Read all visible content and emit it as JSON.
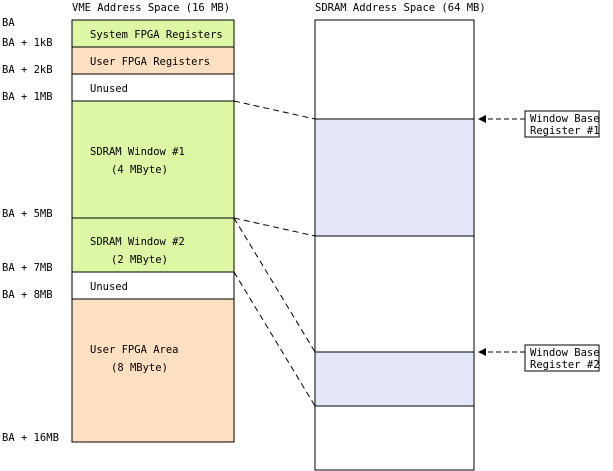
{
  "vme": {
    "title": "VME Address Space (16 MB)",
    "offsets": [
      "BA",
      "BA + 1kB",
      "BA + 2kB",
      "BA + 1MB",
      "BA + 5MB",
      "BA + 7MB",
      "BA + 8MB",
      "BA + 16MB"
    ],
    "regions": [
      {
        "label": "System FPGA Registers",
        "sub": "",
        "color": "#ddf7a4"
      },
      {
        "label": "User FPGA Registers",
        "sub": "",
        "color": "#fde0c2"
      },
      {
        "label": "Unused",
        "sub": "",
        "color": "#ffffff"
      },
      {
        "label": "SDRAM Window #1",
        "sub": "(4 MByte)",
        "color": "#ddf7a4"
      },
      {
        "label": "SDRAM Window #2",
        "sub": "(2 MByte)",
        "color": "#ddf7a4"
      },
      {
        "label": "Unused",
        "sub": "",
        "color": "#ffffff"
      },
      {
        "label": "User FPGA Area",
        "sub": "(8 MByte)",
        "color": "#fde0c2"
      }
    ]
  },
  "sdram": {
    "title": "SDRAM Address Space (64 MB)",
    "window_color": "#e5e7fb"
  },
  "registers": [
    {
      "line1": "Window Base",
      "line2": "Register #1"
    },
    {
      "line1": "Window Base",
      "line2": "Register #2"
    }
  ]
}
